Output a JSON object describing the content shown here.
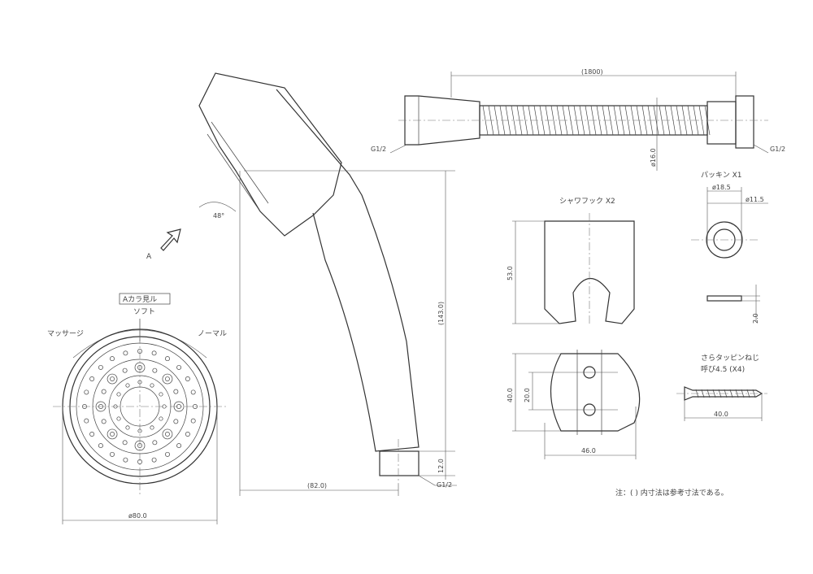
{
  "title_view": "Aカラ見ル",
  "view_arrow_label": "A",
  "angle": "48°",
  "modes": {
    "top": "ソフト",
    "left": "マッサージ",
    "right": "ノーマル"
  },
  "head_diameter": "ø80.0",
  "handle": {
    "length": "(143.0)",
    "thread_length": "12.0",
    "width": "(82.0)",
    "thread": "G1/2"
  },
  "hose": {
    "length": "(1800)",
    "diameter": "ø16.0",
    "thread_left": "G1/2",
    "thread_right": "G1/2"
  },
  "packing": {
    "title": "パッキン  X1",
    "outer": "ø18.5",
    "inner": "ø11.5",
    "thickness": "2.0"
  },
  "hook": {
    "title": "シャワフック  X2",
    "height": "53.0",
    "depth": "40.0",
    "hole_pitch": "20.0",
    "width": "46.0"
  },
  "screw": {
    "title": "さらタッピンねじ",
    "spec": "呼び4.5 (X4)",
    "length": "40.0"
  },
  "note": "注：(  ) 内寸法は参考寸法である。"
}
